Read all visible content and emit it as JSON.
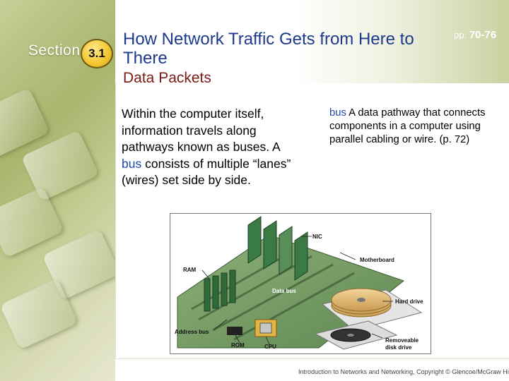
{
  "section": {
    "label": "Section",
    "number": "3.1"
  },
  "header": {
    "title": "How Network Traffic Gets from Here to There",
    "pages_prefix": "pp.",
    "pages": "70-76"
  },
  "subhead": "Data Packets",
  "body": {
    "part1": "Within the computer itself, information travels along pathways known as buses. A ",
    "keyword": "bus",
    "part2": " consists of multiple “lanes” (wires) set side by side."
  },
  "definition": {
    "term": "bus",
    "text": "  A data pathway that connects components in a computer using parallel cabling or wire. (p. 72)"
  },
  "figure": {
    "labels": {
      "nic": "NIC",
      "motherboard": "Motherboard",
      "ram": "RAM",
      "data_bus": "Data bus",
      "hard_drive": "Hard drive",
      "address_bus": "Address bus",
      "removeable1": "Removeable",
      "removeable2": "disk drive",
      "rom": "ROM",
      "cpu": "CPU"
    }
  },
  "footer": "Introduction to Networks and Networking, Copyright © Glencoe/McGraw Hill",
  "colors": {
    "title": "#1d3a8c",
    "subhead": "#7a1a14",
    "keyword": "#1d4aa8",
    "board": "#7aa06a"
  }
}
